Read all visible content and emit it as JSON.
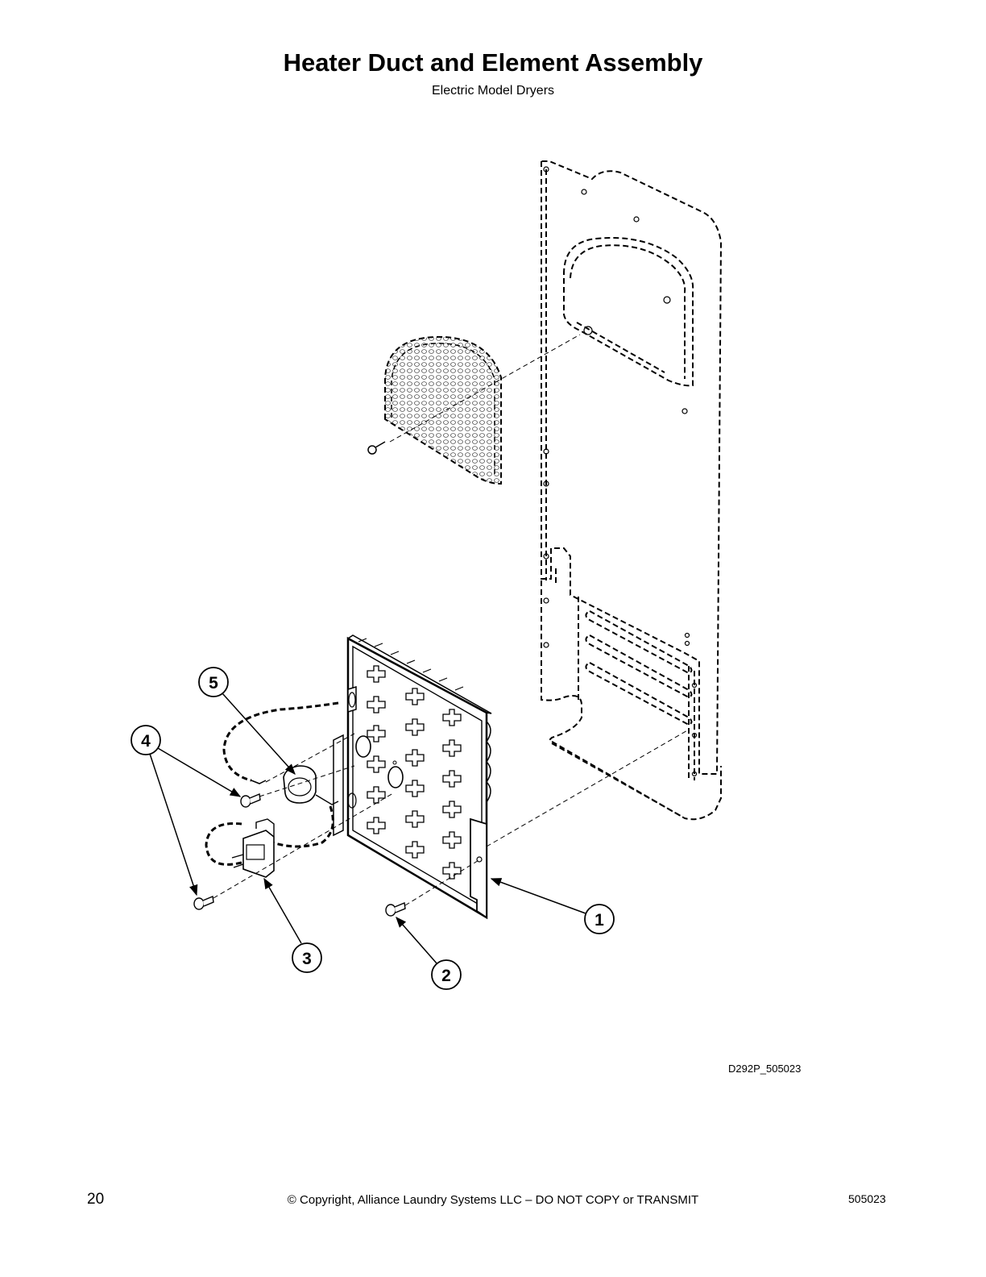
{
  "header": {
    "title": "Heater Duct and Element Assembly",
    "subtitle": "Electric Model Dryers"
  },
  "diagram": {
    "callouts": [
      "1",
      "2",
      "3",
      "4",
      "5"
    ],
    "figure_id": "D292P_505023"
  },
  "footer": {
    "page_number": "20",
    "copyright": "© Copyright, Alliance Laundry Systems LLC – DO NOT COPY or TRANSMIT",
    "doc_number": "505023"
  }
}
